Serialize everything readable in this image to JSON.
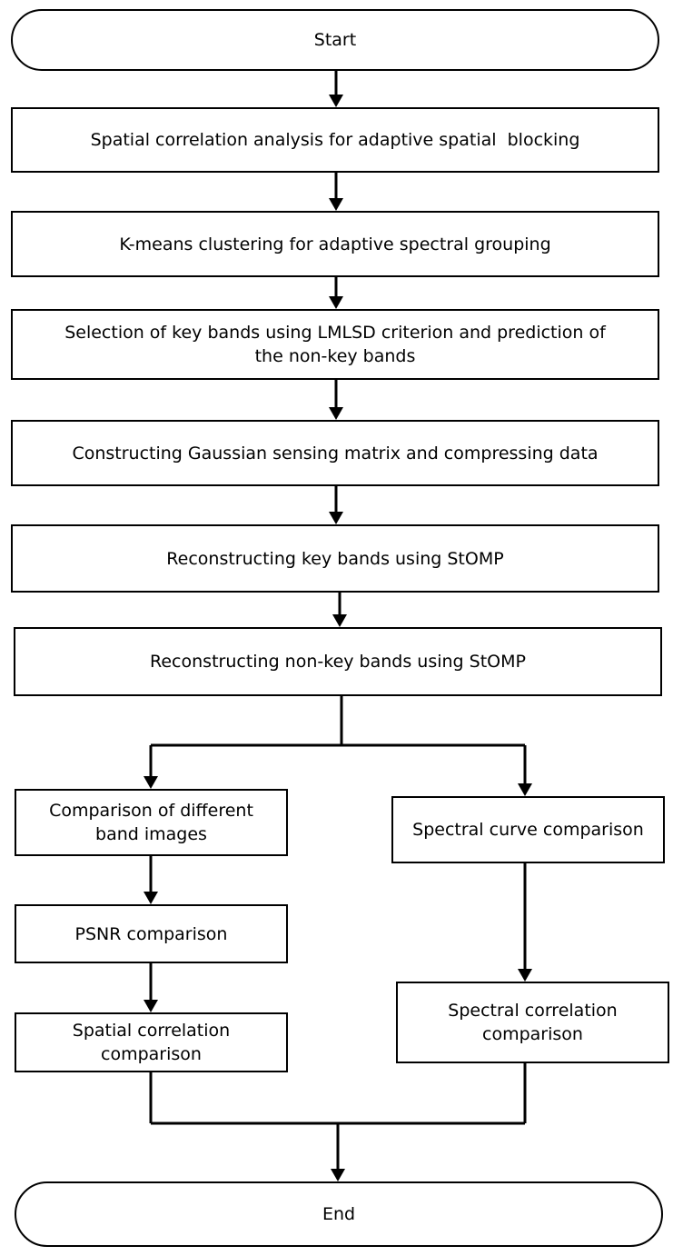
{
  "nodes": {
    "start": "Start",
    "step1": "Spatial correlation analysis for adaptive spatial  blocking",
    "step2": "K-means clustering for adaptive spectral grouping",
    "step3_line1": "Selection of key bands using LMLSD criterion and prediction of",
    "step3_line2": "the non-key bands",
    "step4": "Constructing Gaussian sensing matrix and compressing data",
    "step5": "Reconstructing key bands using StOMP",
    "step6": "Reconstructing non-key bands using StOMP",
    "left1_line1": "Comparison of different",
    "left1_line2": "band images",
    "left2": "PSNR comparison",
    "left3_line1": "Spatial correlation",
    "left3_line2": "comparison",
    "right1": "Spectral curve comparison",
    "right2_line1": "Spectral correlation",
    "right2_line2": "comparison",
    "end": "End"
  }
}
